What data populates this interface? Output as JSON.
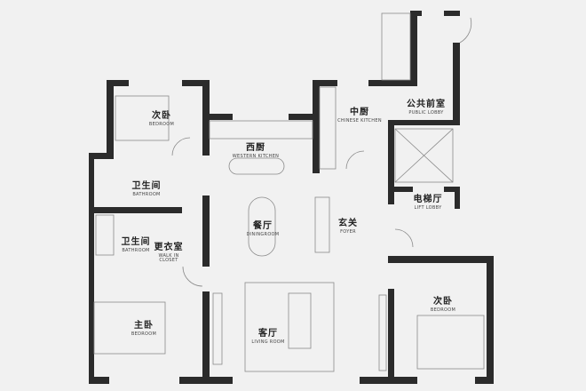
{
  "rooms": {
    "bedroom_nw": {
      "cn": "次卧",
      "en": "BEDROOM"
    },
    "western_kitchen": {
      "cn": "西厨",
      "en": "WESTERN KITCHEN"
    },
    "chinese_kitchen": {
      "cn": "中厨",
      "en": "CHINESE KITCHEN"
    },
    "public_lobby": {
      "cn": "公共前室",
      "en": "PUBLIC LOBBY"
    },
    "bathroom_1": {
      "cn": "卫生间",
      "en": "BATHROOM"
    },
    "bathroom_2": {
      "cn": "卫生间",
      "en": "BATHROOM"
    },
    "walk_in_closet": {
      "cn": "更衣室",
      "en": "WALK IN CLOSET"
    },
    "dining_room": {
      "cn": "餐厅",
      "en": "DININGROOM"
    },
    "foyer": {
      "cn": "玄关",
      "en": "FOYER"
    },
    "lift_lobby": {
      "cn": "电梯厅",
      "en": "LIFT LOBBY"
    },
    "master_bedroom": {
      "cn": "主卧",
      "en": "BEDROOM"
    },
    "living_room": {
      "cn": "客厅",
      "en": "LIVING ROOM"
    },
    "bedroom_se": {
      "cn": "次卧",
      "en": "BEDROOM"
    }
  },
  "colors": {
    "wall": "#2b2b2b",
    "line": "#8a8a8a",
    "background": "#f1f1f1"
  }
}
